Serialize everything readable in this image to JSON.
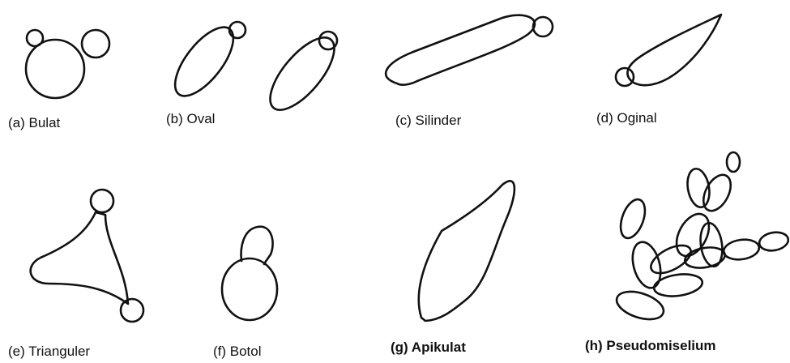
{
  "labels": {
    "a": "(a) Bulat",
    "b": "(b) Oval",
    "c": "(c) Silinder",
    "d": "(d) Oginal",
    "e": "(e) Trianguler",
    "f": "(f) Botol",
    "g": "(g) Apikulat",
    "h": "(h) Pseudomiselium"
  }
}
